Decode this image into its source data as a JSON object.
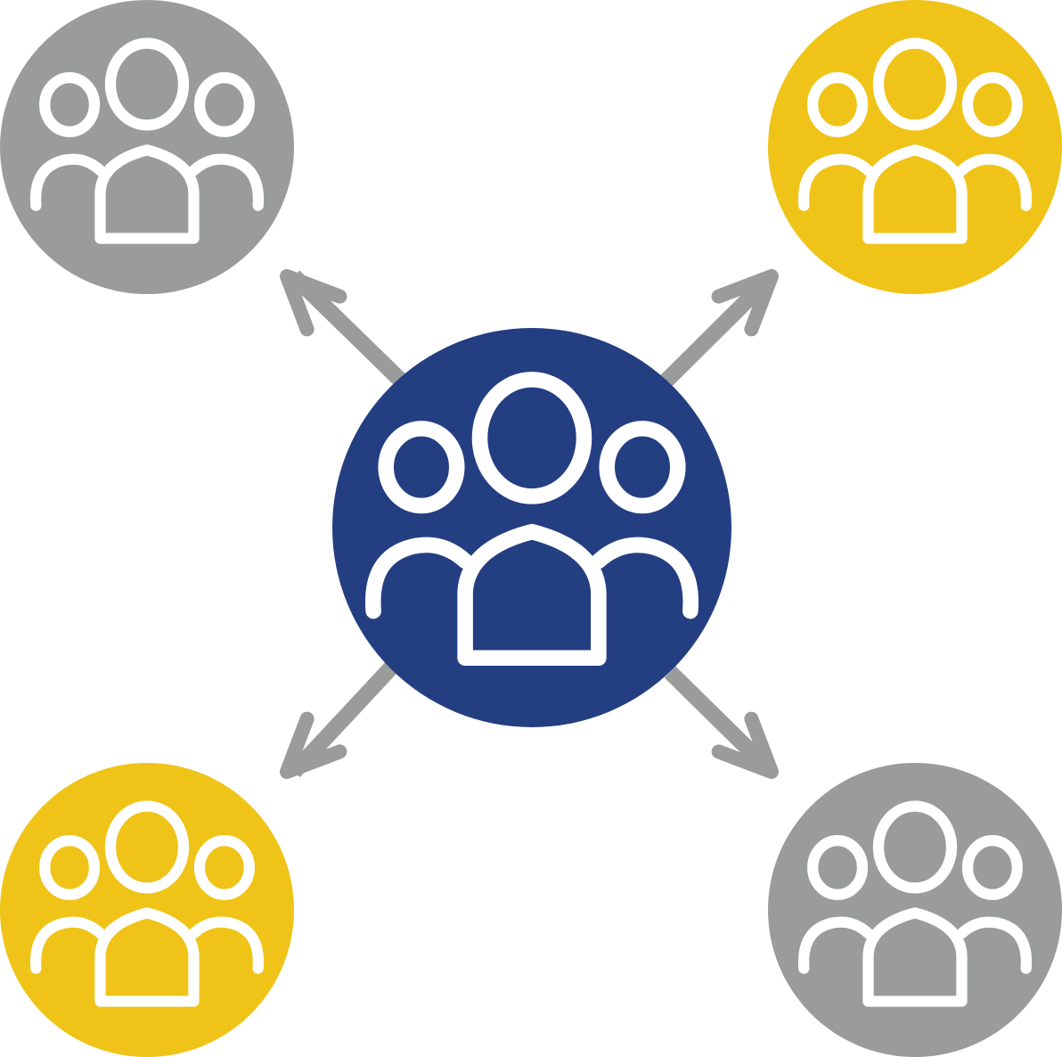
{
  "colors": {
    "background": "#ffffff",
    "center": "#243e82",
    "yellow": "#f0c318",
    "gray": "#9a9c9b",
    "arrow": "#9a9c9b",
    "icon_stroke": "#ffffff"
  },
  "center_node": {
    "icon": "group-people-icon",
    "color_key": "center"
  },
  "outer_nodes": [
    {
      "id": "top-left",
      "icon": "group-people-icon",
      "color_key": "gray"
    },
    {
      "id": "top-right",
      "icon": "group-people-icon",
      "color_key": "yellow"
    },
    {
      "id": "bottom-left",
      "icon": "group-people-icon",
      "color_key": "yellow"
    },
    {
      "id": "bottom-right",
      "icon": "group-people-icon",
      "color_key": "gray"
    }
  ],
  "arrows": [
    {
      "from": "center",
      "to": "top-left"
    },
    {
      "from": "center",
      "to": "top-right"
    },
    {
      "from": "center",
      "to": "bottom-left"
    },
    {
      "from": "center",
      "to": "bottom-right"
    }
  ]
}
